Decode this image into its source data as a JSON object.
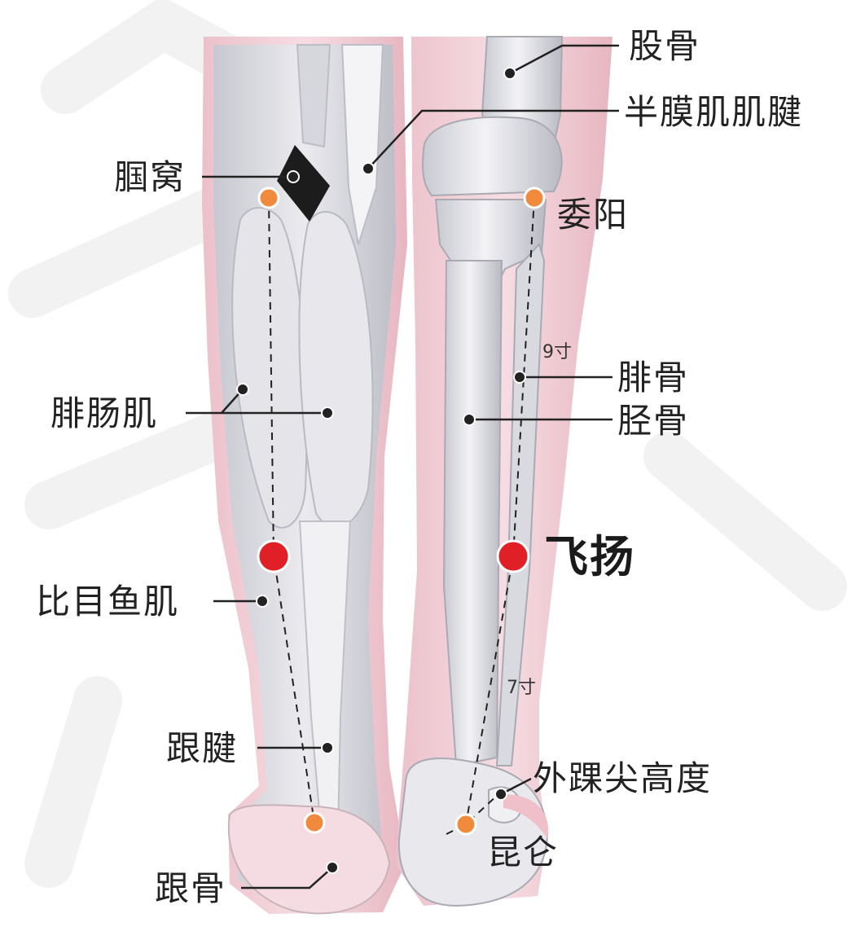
{
  "labels": {
    "femur": "股骨",
    "semimembranosus_tendon": "半膜肌肌腱",
    "popliteal_fossa": "腘窝",
    "weiyang": "委阳",
    "fibula": "腓骨",
    "tibia": "胫骨",
    "gastrocnemius": "腓肠肌",
    "feiyang": "飞扬",
    "soleus": "比目鱼肌",
    "achilles_tendon": "跟腱",
    "lateral_malleolus_height": "外踝尖高度",
    "kunlun": "昆仑",
    "calcaneus": "跟骨"
  },
  "distances": {
    "upper": "9寸",
    "lower": "7寸"
  },
  "colors": {
    "main_point": "#e11f26",
    "secondary_point": "#f08a3c",
    "leader_line": "#222222",
    "skin": "#f2c9d1",
    "bone": "#dcdde2",
    "watermark": "#f1f1f1"
  }
}
